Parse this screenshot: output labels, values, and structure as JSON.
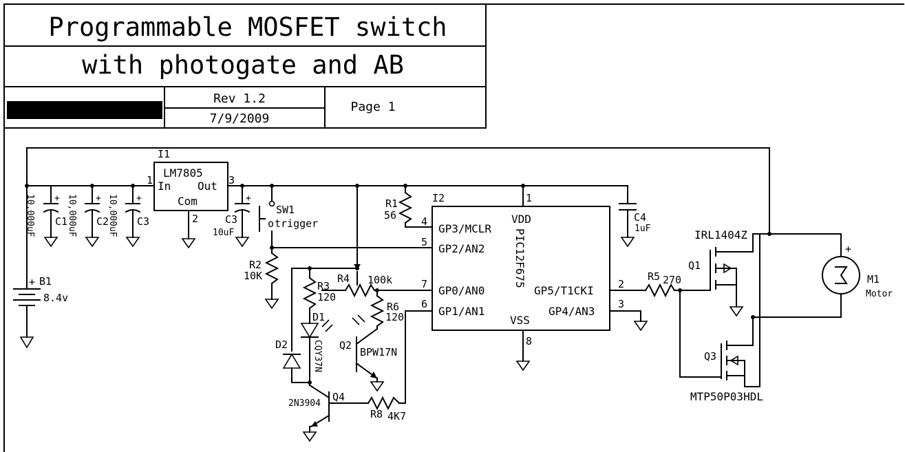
{
  "title_block": {
    "title_line1": "Programmable MOSFET switch",
    "title_line2": "with photogate and AB",
    "revision": "Rev 1.2",
    "date": "7/9/2009",
    "page": "Page 1"
  },
  "components": {
    "regulator": {
      "ref": "I1",
      "part": "LM7805",
      "in_label": "In",
      "out_label": "Out",
      "com_label": "Com",
      "pin_in": "1",
      "pin_out": "3",
      "pin_com": "2"
    },
    "battery": {
      "ref": "B1",
      "value": "8.4v",
      "polarity": "+"
    },
    "c1": {
      "ref": "C1",
      "value": "10,000uF"
    },
    "c2": {
      "ref": "C2",
      "value": "10,000uF"
    },
    "c3a": {
      "ref": "C3",
      "value": "10,000uF"
    },
    "c3b": {
      "ref": "C3",
      "value": "10uF"
    },
    "c4": {
      "ref": "C4",
      "value": "1uF"
    },
    "plus_mark": "+",
    "sw1": {
      "ref": "SW1",
      "label": "trigger"
    },
    "r1": {
      "ref": "R1",
      "value": "56"
    },
    "r2": {
      "ref": "R2",
      "value": "10K"
    },
    "r3": {
      "ref": "R3",
      "value": "120"
    },
    "r4": {
      "ref": "R4",
      "value": "100k"
    },
    "r5": {
      "ref": "R5",
      "value": "270"
    },
    "r6": {
      "ref": "R6",
      "value": "120"
    },
    "r8": {
      "ref": "R8",
      "value": "4K7"
    },
    "d1": {
      "ref": "D1",
      "part": "CQY37N"
    },
    "d2": {
      "ref": "D2"
    },
    "q2": {
      "ref": "Q2",
      "part": "BPW17N"
    },
    "q4": {
      "ref": "Q4",
      "part": "2N3904"
    },
    "q1": {
      "ref": "Q1",
      "part": "IRL1404Z"
    },
    "q3": {
      "ref": "Q3",
      "part": "MTP50P03HDL"
    },
    "m1": {
      "ref": "M1",
      "label": "Motor",
      "polarity": "+"
    },
    "mcu": {
      "ref": "I2",
      "part": "PIC12F675",
      "vdd": "VDD",
      "vss": "VSS",
      "pins": [
        {
          "num": "4",
          "name": "GP3/MCLR"
        },
        {
          "num": "5",
          "name": "GP2/AN2"
        },
        {
          "num": "7",
          "name": "GP0/AN0"
        },
        {
          "num": "6",
          "name": "GP1/AN1"
        },
        {
          "num": "2",
          "name": "GP5/T1CKI"
        },
        {
          "num": "3",
          "name": "GP4/AN3"
        },
        {
          "num": "1",
          "name": "VDD"
        },
        {
          "num": "8",
          "name": "VSS"
        }
      ]
    }
  }
}
